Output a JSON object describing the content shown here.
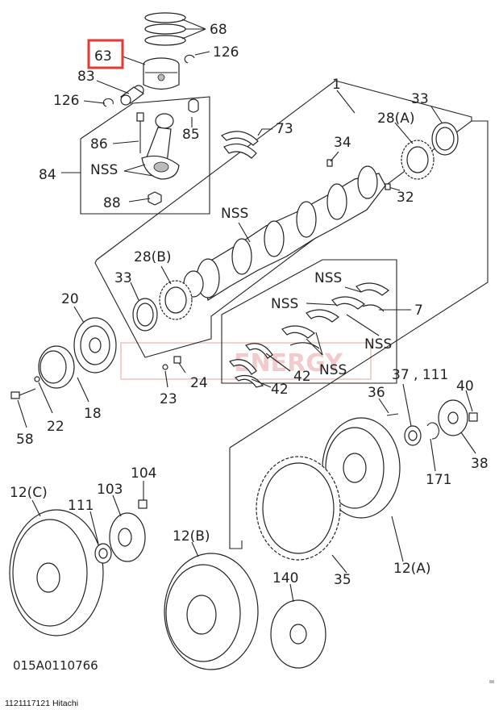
{
  "callouts": {
    "c68": "68",
    "c63": "63",
    "c126a": "126",
    "c83": "83",
    "c126b": "126",
    "c1": "1",
    "c33a": "33",
    "c28a": "28(A)",
    "c73": "73",
    "c86": "86",
    "c85": "85",
    "c84": "84",
    "c88": "88",
    "c34": "34",
    "c32": "32",
    "nss_rod": "NSS",
    "nss_crank": "NSS",
    "c28b": "28(B)",
    "c33b": "33",
    "c20": "20",
    "nss_b1": "NSS",
    "nss_b2": "NSS",
    "nss_b3": "NSS",
    "nss_b4": "NSS",
    "c7": "7",
    "c42a": "42",
    "c42b": "42",
    "c24": "24",
    "c23": "23",
    "c58": "58",
    "c22": "22",
    "c18": "18",
    "c37": "37 , 111",
    "c40": "40",
    "c36": "36",
    "c171": "171",
    "c38": "38",
    "c104": "104",
    "c12c": "12(C)",
    "c103": "103",
    "c111": "111",
    "c12b": "12(B)",
    "c140": "140",
    "c35": "35",
    "c12a": "12(A)"
  },
  "highlight": {
    "label": "63",
    "color": "#e53935"
  },
  "watermark": {
    "text": "ENERGY",
    "color": "#e8a4a4"
  },
  "drawing_number": "015A0110766",
  "footer": "1121117121 Hitachi"
}
